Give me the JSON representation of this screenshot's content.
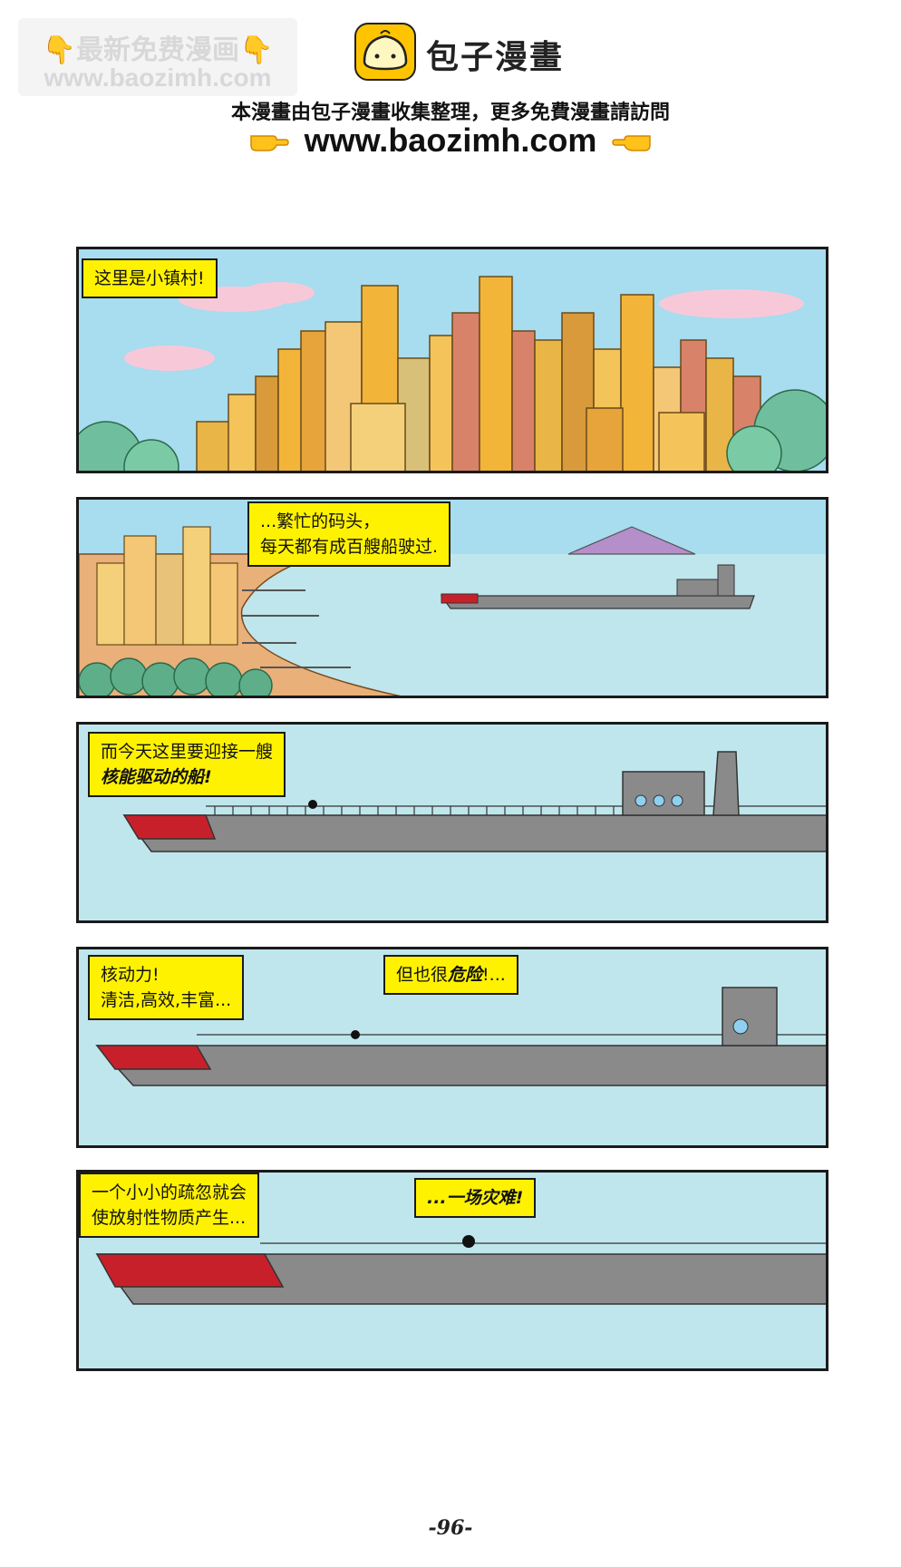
{
  "watermark": {
    "line1": "👇最新免费漫画👇",
    "line2": "www.baozimh.com"
  },
  "header": {
    "logo_icon": "baozi-bun-logo-icon",
    "title": "包子漫畫",
    "subtitle": "本漫畫由包子漫畫收集整理，更多免費漫畫請訪問",
    "url": "www.baozimh.com",
    "hand_icon": "pointing-hand-icon"
  },
  "panels": [
    {
      "caption": "这里是小镇村!"
    },
    {
      "caption_line1": "...繁忙的码头，",
      "caption_line2": "每天都有成百艘船驶过."
    },
    {
      "caption_line1": "而今天这里要迎接一艘",
      "caption_line2": "核能驱动的船!"
    },
    {
      "caption_a_line1": "核动力!",
      "caption_a_line2": "清洁,高效,丰富...",
      "caption_b_prefix": "但也很",
      "caption_b_emph": "危险",
      "caption_b_suffix": "!..."
    },
    {
      "caption_a_line1": "一个小小的疏忽就会",
      "caption_a_line2": "使放射性物质产生...",
      "caption_b": "...一场灾难!"
    }
  ],
  "page_number": "-96-",
  "colors": {
    "sky": "#a8dcef",
    "water": "#bfe6ec",
    "caption": "#fff200",
    "hull": "#8a8a8a",
    "bow": "#c8202a",
    "building": "#f2b53a"
  }
}
